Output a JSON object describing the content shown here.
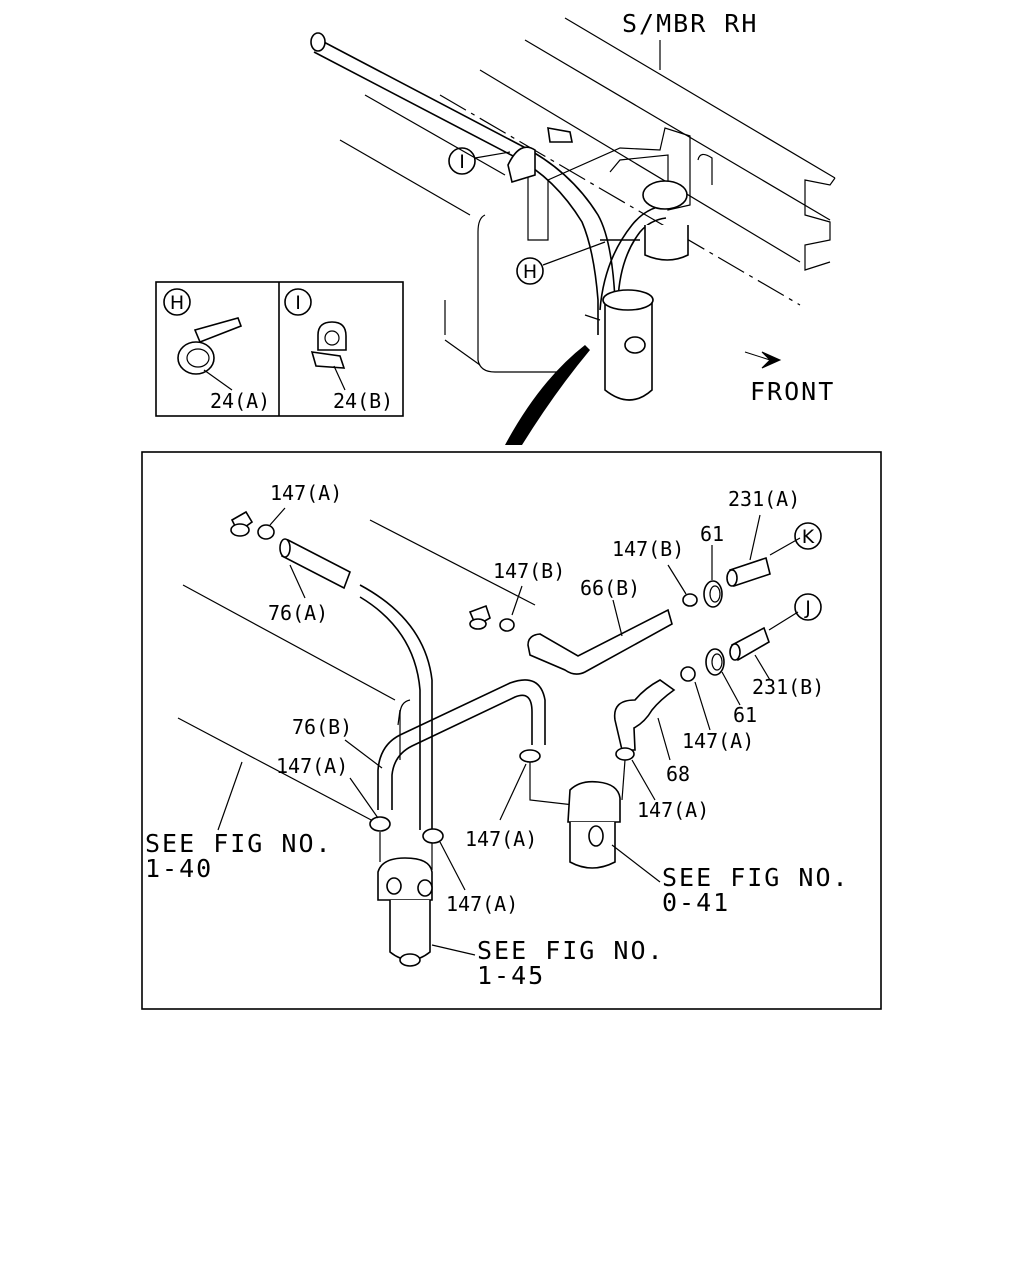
{
  "top_view": {
    "member_label": "S/MBR RH",
    "front_label": "FRONT",
    "callout_I": "I",
    "callout_H": "H"
  },
  "detail_box": {
    "H": {
      "key": "H",
      "part": "24(A)"
    },
    "I": {
      "key": "I",
      "part": "24(B)"
    }
  },
  "main_view": {
    "parts": {
      "p147A_top": "147(A)",
      "p76A": "76(A)",
      "p147B_mid": "147(B)",
      "p66B": "66(B)",
      "p147B_right": "147(B)",
      "p61_top": "61",
      "p231A": "231(A)",
      "p231B": "231(B)",
      "p61_bot": "61",
      "p147A_r1": "147(A)",
      "p68": "68",
      "p147A_r2": "147(A)",
      "p76B": "76(B)",
      "p147A_left": "147(A)",
      "p147A_center": "147(A)",
      "p147A_bottom": "147(A)"
    },
    "connectors": {
      "K": "K",
      "J": "J"
    },
    "refs": {
      "fig140_line1": "SEE FIG NO.",
      "fig140_line2": "1-40",
      "fig041_line1": "SEE FIG NO.",
      "fig041_line2": "0-41",
      "fig145_line1": "SEE FIG NO.",
      "fig145_line2": "1-45"
    }
  }
}
